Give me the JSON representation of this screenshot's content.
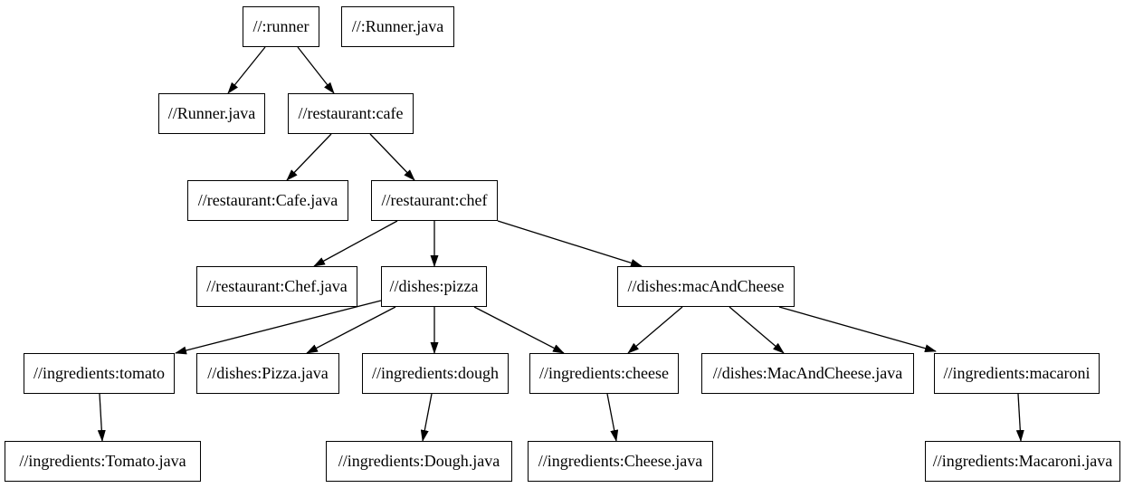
{
  "diagram": {
    "kind": "build-dependency-graph",
    "background_color": "#ffffff",
    "node_border_color": "#000000",
    "node_fill_color": "#ffffff",
    "text_color": "#000000",
    "edge_color": "#000000",
    "nodes": [
      {
        "id": "runner",
        "label": "//:runner"
      },
      {
        "id": "runner-java-src",
        "label": "//:Runner.java"
      },
      {
        "id": "runner-java",
        "label": "//Runner.java"
      },
      {
        "id": "cafe",
        "label": "//restaurant:cafe"
      },
      {
        "id": "cafe-java",
        "label": "//restaurant:Cafe.java"
      },
      {
        "id": "chef",
        "label": "//restaurant:chef"
      },
      {
        "id": "chef-java",
        "label": "//restaurant:Chef.java"
      },
      {
        "id": "pizza",
        "label": "//dishes:pizza"
      },
      {
        "id": "mac-and-cheese",
        "label": "//dishes:macAndCheese"
      },
      {
        "id": "tomato",
        "label": "//ingredients:tomato"
      },
      {
        "id": "pizza-java",
        "label": "//dishes:Pizza.java"
      },
      {
        "id": "dough",
        "label": "//ingredients:dough"
      },
      {
        "id": "cheese",
        "label": "//ingredients:cheese"
      },
      {
        "id": "mac-and-cheese-java",
        "label": "//dishes:MacAndCheese.java"
      },
      {
        "id": "macaroni",
        "label": "//ingredients:macaroni"
      },
      {
        "id": "tomato-java",
        "label": "//ingredients:Tomato.java"
      },
      {
        "id": "dough-java",
        "label": "//ingredients:Dough.java"
      },
      {
        "id": "cheese-java",
        "label": "//ingredients:Cheese.java"
      },
      {
        "id": "macaroni-java",
        "label": "//ingredients:Macaroni.java"
      }
    ],
    "edges": [
      {
        "from": "//:runner",
        "to": "//Runner.java"
      },
      {
        "from": "//:runner",
        "to": "//restaurant:cafe"
      },
      {
        "from": "//restaurant:cafe",
        "to": "//restaurant:Cafe.java"
      },
      {
        "from": "//restaurant:cafe",
        "to": "//restaurant:chef"
      },
      {
        "from": "//restaurant:chef",
        "to": "//restaurant:Chef.java"
      },
      {
        "from": "//restaurant:chef",
        "to": "//dishes:pizza"
      },
      {
        "from": "//restaurant:chef",
        "to": "//dishes:macAndCheese"
      },
      {
        "from": "//dishes:pizza",
        "to": "//ingredients:tomato"
      },
      {
        "from": "//dishes:pizza",
        "to": "//dishes:Pizza.java"
      },
      {
        "from": "//dishes:pizza",
        "to": "//ingredients:dough"
      },
      {
        "from": "//dishes:pizza",
        "to": "//ingredients:cheese"
      },
      {
        "from": "//dishes:macAndCheese",
        "to": "//ingredients:cheese"
      },
      {
        "from": "//dishes:macAndCheese",
        "to": "//dishes:MacAndCheese.java"
      },
      {
        "from": "//dishes:macAndCheese",
        "to": "//ingredients:macaroni"
      },
      {
        "from": "//ingredients:tomato",
        "to": "//ingredients:Tomato.java"
      },
      {
        "from": "//ingredients:dough",
        "to": "//ingredients:Dough.java"
      },
      {
        "from": "//ingredients:cheese",
        "to": "//ingredients:Cheese.java"
      },
      {
        "from": "//ingredients:macaroni",
        "to": "//ingredients:Macaroni.java"
      }
    ]
  }
}
